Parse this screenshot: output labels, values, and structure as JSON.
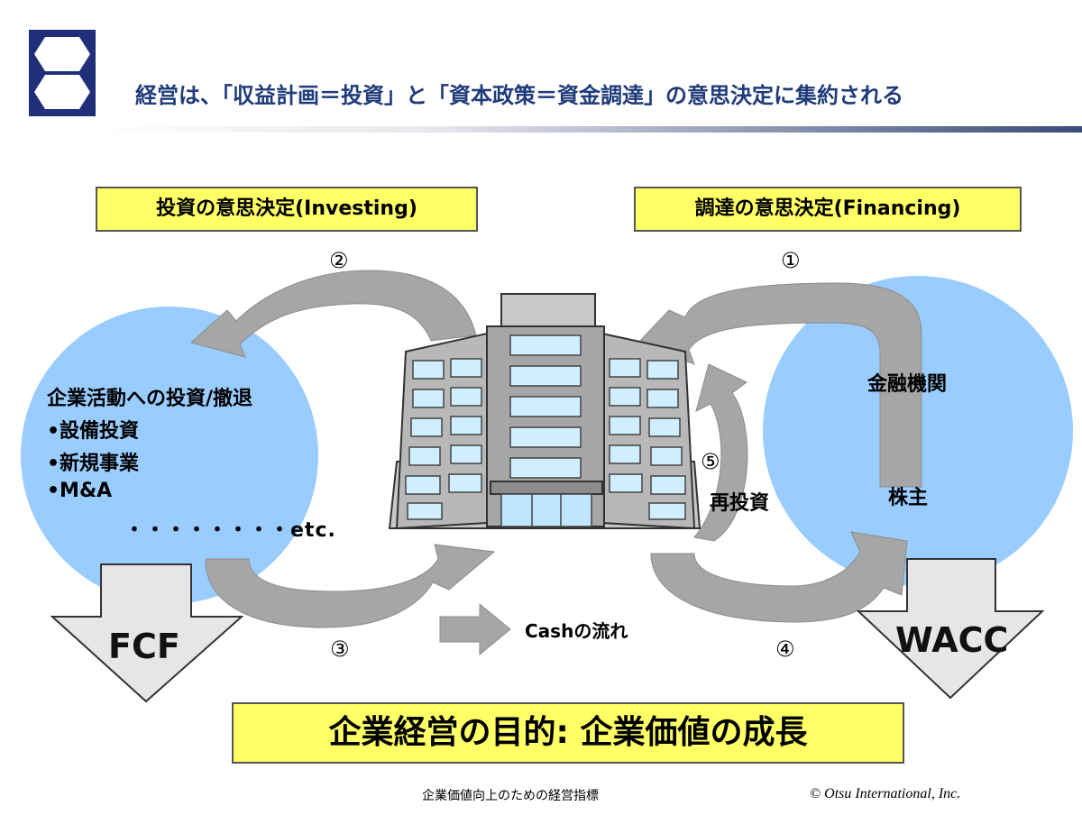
{
  "header": {
    "title": "経営は、「収益計画＝投資」と「資本政策＝資金調達」の意思決定に集約される"
  },
  "investing": {
    "box_label": "投資の意思決定(Investing)",
    "heading": "企業活動への投資/撤退",
    "bullets": [
      "•設備投資",
      "•新規事業",
      "•M&A"
    ],
    "etc": "・・・・・・・・etc."
  },
  "financing": {
    "box_label": "調達の意思決定(Financing)",
    "sources": [
      "金融機関",
      "株主"
    ]
  },
  "flow_numbers": {
    "step1": "①",
    "step2": "②",
    "step3": "③",
    "step4": "④",
    "step5": "⑤"
  },
  "reinvest_label": "再投資",
  "cash_legend": "Cashの流れ",
  "outputs": {
    "left": "FCF",
    "right": "WACC"
  },
  "goal": "企業経営の目的:  企業価値の成長",
  "footer": {
    "center": "企業価値向上のための経営指標",
    "copyright": "© Otsu International, Inc."
  },
  "colors": {
    "circle": "#99ccff",
    "arrow": "#a6a6a6",
    "highlight_box": "#ffff66",
    "title_text": "#1f3b7a",
    "logo": "#1f2f7a"
  },
  "icons": {
    "logo": "company-logo-icon",
    "building": "office-building-icon"
  }
}
